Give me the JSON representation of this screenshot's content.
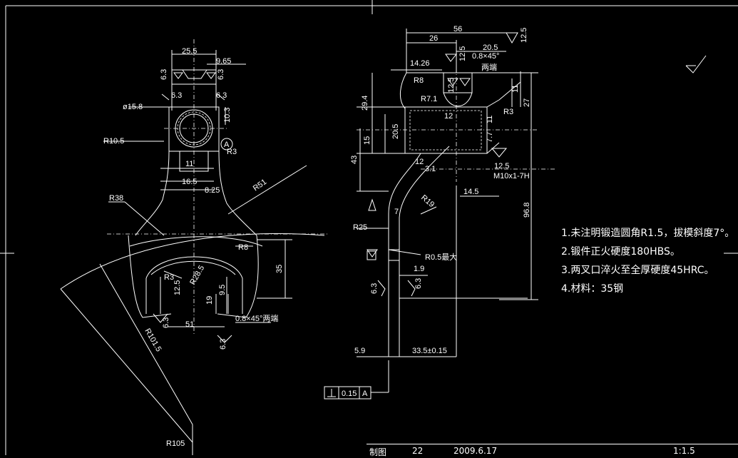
{
  "drawing": {
    "notes": [
      "1.未注明锻造圆角R1.5，拔模斜度7°。",
      "2.锻件正火硬度180HBS。",
      "3.两叉口淬火至全厚硬度45HRC。",
      "4.材料：35钢"
    ],
    "title_block": {
      "label_made": "制图",
      "value_made": "22",
      "date": "2009.6.17",
      "scale": "1:1.5"
    },
    "left_view_dims": {
      "d1": "25.5",
      "d2": "9.65",
      "d3": "6.3",
      "d4": "6.3",
      "d5": "6.3",
      "d6": "6.3",
      "d7": "ø15.8",
      "d8": "10.3",
      "d9": "R10.5",
      "d10": "R3",
      "d11": "11",
      "d12": "16.5",
      "d13": "8.25",
      "d14": "R38",
      "d15": "R51",
      "d16": "R3",
      "d17": "R28.5",
      "d18": "12.5",
      "d19": "19",
      "d20": "9.5",
      "d21": "35",
      "d22": "R8",
      "d23": "51",
      "d24": "6.3",
      "d25": "R101.5",
      "d26": "6.3",
      "d27": "R105",
      "d28": "0.8×45°两端",
      "d29": "A"
    },
    "right_view_dims": {
      "d1": "56",
      "d2": "26",
      "d3": "20.5",
      "d4": "12.5",
      "d5": "14.26",
      "d6": "12.5",
      "d7": "0.8×45°",
      "d8": "两端",
      "d9": "R8",
      "d10": "R7.1",
      "d11": "12.5",
      "d12": "11",
      "d13": "27",
      "d14": "29.4",
      "d15": "R3",
      "d16": "20.5",
      "d17": "12",
      "d18": "15",
      "d19": "11",
      "d20": "7.7",
      "d21": "43",
      "d22": "12",
      "d23": "3.1",
      "d24": "12.5",
      "d25": "M10x1-7H",
      "d26": "R19",
      "d27": "14.5",
      "d28": "96.8",
      "d29": "7",
      "d30": "R25",
      "d31": "R0.5最大",
      "d32": "1.9",
      "d33": "6.3",
      "d34": "6.3",
      "d35": "5.9",
      "d36": "33.5±0.15",
      "d37": "0.15",
      "d38": "A"
    },
    "symbols": {
      "roughness": "roughness-symbol",
      "perpendicular": "perpendicularity-icon"
    }
  }
}
